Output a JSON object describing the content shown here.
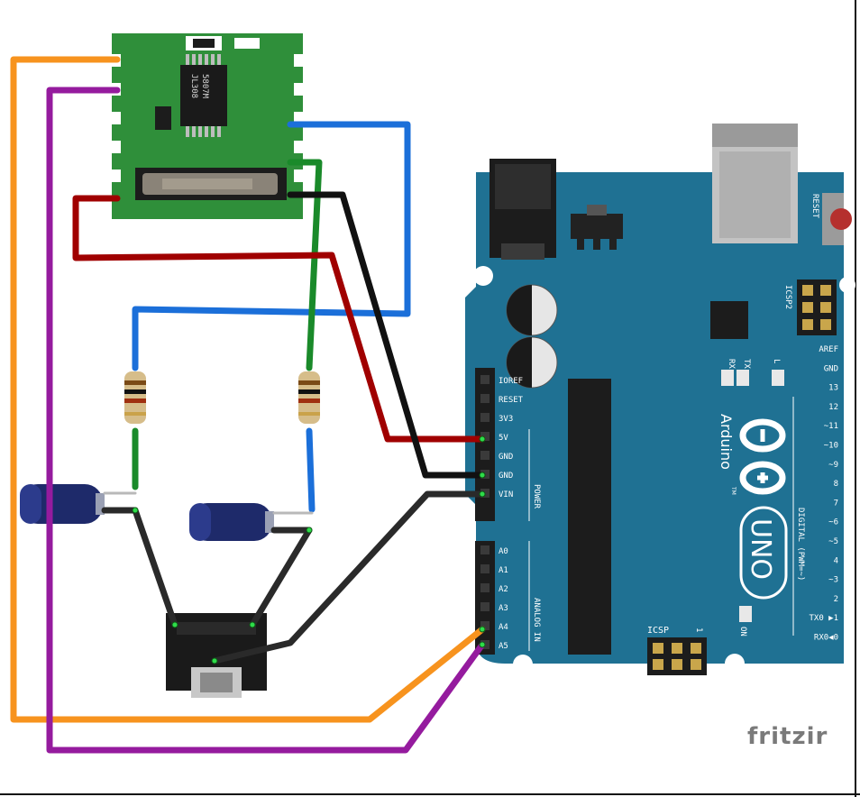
{
  "fm_module": {
    "chip_line1": "5807M",
    "chip_line2": "JL308"
  },
  "arduino": {
    "reset_label": "RESET",
    "icsp2_label": "ICSP2",
    "icsp_label": "ICSP",
    "icsp_pin1": "1",
    "tx_label": "TX",
    "rx_label": "RX",
    "l_label": "L",
    "on_label": "ON",
    "brand": "Arduino",
    "tm": "TM",
    "model": "UNO",
    "digital_header": "DIGITAL (PWM=~)",
    "power_header": "POWER",
    "analog_header": "ANALOG IN",
    "power_pins": [
      "IOREF",
      "RESET",
      "3V3",
      "5V",
      "GND",
      "GND",
      "VIN"
    ],
    "analog_pins": [
      "A0",
      "A1",
      "A2",
      "A3",
      "A4",
      "A5"
    ],
    "digital_pins": [
      "AREF",
      "GND",
      "13",
      "12",
      "~11",
      "~10",
      "~9",
      "8",
      "7",
      "~6",
      "~5",
      "4",
      "~3",
      "2",
      "TX0 ▶1",
      "RX0◀0"
    ]
  },
  "colors": {
    "board": "#1f7193",
    "wire_orange": "#f7931e",
    "wire_purple": "#951b9e",
    "wire_blue": "#1b6fd9",
    "wire_green": "#1a8a2a",
    "wire_red": "#a00000",
    "wire_black": "#111111",
    "pcb_green": "#2f8f3a"
  },
  "watermark": "fritzir"
}
